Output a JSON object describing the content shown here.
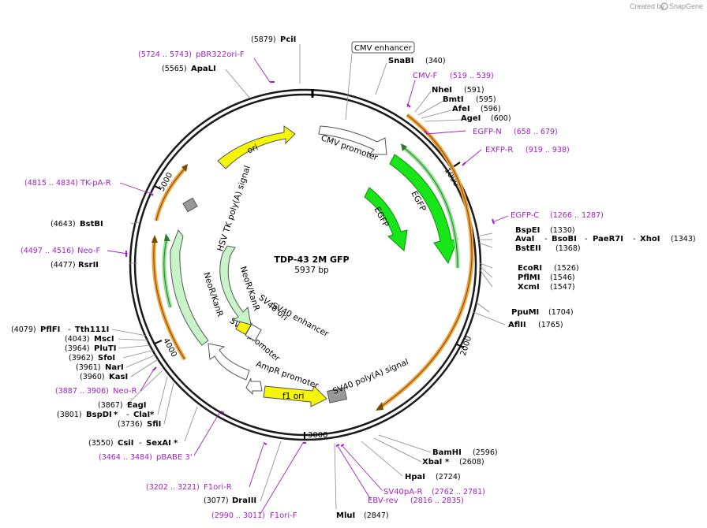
{
  "watermark": {
    "created_by": "Created by",
    "brand": "SnapGene"
  },
  "plasmid": {
    "name": "TDP-43 2M GFP",
    "size": "5937 bp"
  },
  "ticks": [
    "1000",
    "2000",
    "3000",
    "4000",
    "5000"
  ],
  "sites": [
    {
      "pos": "(5879)",
      "name": "PciI",
      "star": ""
    },
    {
      "pos": "(340)",
      "name": "SnaBI",
      "star": ""
    },
    {
      "pos": "(5565)",
      "name": "ApaLI",
      "star": ""
    },
    {
      "pos": "(591)",
      "name": "NheI",
      "star": ""
    },
    {
      "pos": "(595)",
      "name": "BmtI",
      "star": ""
    },
    {
      "pos": "(596)",
      "name": "AfeI",
      "star": ""
    },
    {
      "pos": "(600)",
      "name": "AgeI",
      "star": ""
    },
    {
      "pos": "(1330)",
      "name": "BspEI",
      "star": ""
    },
    {
      "pos": "(1368)",
      "name": "BstEII",
      "star": ""
    },
    {
      "pos": "(1526)",
      "name": "EcoRI",
      "star": ""
    },
    {
      "pos": "(1546)",
      "name": "PflMI",
      "star": ""
    },
    {
      "pos": "(1547)",
      "name": "XcmI",
      "star": ""
    },
    {
      "pos": "(1704)",
      "name": "PpuMI",
      "star": ""
    },
    {
      "pos": "(1765)",
      "name": "AflII",
      "star": ""
    },
    {
      "pos": "(2596)",
      "name": "BamHI",
      "star": ""
    },
    {
      "pos": "(2608)",
      "name": "XbaI",
      "star": " *"
    },
    {
      "pos": "(2724)",
      "name": "HpaI",
      "star": ""
    },
    {
      "pos": "(2847)",
      "name": "MluI",
      "star": ""
    },
    {
      "pos": "(3077)",
      "name": "DraIII",
      "star": ""
    },
    {
      "pos": "(4643)",
      "name": "BstBI",
      "star": ""
    },
    {
      "pos": "(4477)",
      "name": "RsrII",
      "star": ""
    },
    {
      "pos": "(4043)",
      "name": "MscI",
      "star": ""
    },
    {
      "pos": "(3964)",
      "name": "PluTI",
      "star": ""
    },
    {
      "pos": "(3962)",
      "name": "SfoI",
      "star": ""
    },
    {
      "pos": "(3961)",
      "name": "NarI",
      "star": ""
    },
    {
      "pos": "(3960)",
      "name": "KasI",
      "star": ""
    },
    {
      "pos": "(3867)",
      "name": "EagI",
      "star": ""
    },
    {
      "pos": "(3736)",
      "name": "SfiI",
      "star": ""
    }
  ],
  "multi_sites": {
    "avai": {
      "a": "AvaI",
      "b": "BsoBI",
      "c": "PaeR7I",
      "d": "XhoI",
      "sep": "-",
      "pos": "(1343)"
    },
    "pflfi": {
      "pos": "(4079)",
      "a": "PflFI",
      "sep": "-",
      "b": "Tth111I"
    },
    "bspdi": {
      "pos": "(3801)",
      "a": "BspDI",
      "star1": " *",
      "sep": "-",
      "b": "ClaI",
      "star2": " *"
    },
    "csii": {
      "pos": "(3550)",
      "a": "CsiI",
      "sep": "-",
      "b": "SexAI",
      "star": " *"
    }
  },
  "primers": [
    {
      "range": "(5724 .. 5743)",
      "name": "pBR322ori-F"
    },
    {
      "range": "(519 .. 539)",
      "name": "CMV-F"
    },
    {
      "range": "(658 .. 679)",
      "name": "EGFP-N"
    },
    {
      "range": "(919 .. 938)",
      "name": "EXFP-R"
    },
    {
      "range": "(1266 .. 1287)",
      "name": "EGFP-C"
    },
    {
      "range": "(4815 .. 4834)",
      "name": "TK-pA-R"
    },
    {
      "range": "(4497 .. 4516)",
      "name": "Neo-F"
    },
    {
      "range": "(3887 .. 3906)",
      "name": "Neo-R"
    },
    {
      "range": "(3464 .. 3484)",
      "name": "pBABE 3'"
    },
    {
      "range": "(3202 .. 3221)",
      "name": "F1ori-R"
    },
    {
      "range": "(2990 .. 3011)",
      "name": "F1ori-F"
    },
    {
      "range": "(2762 .. 2781)",
      "name": "SV40pA-R"
    },
    {
      "range": "(2816 .. 2835)",
      "name": "EBV-rev"
    }
  ],
  "features": {
    "cmv_enhancer": "CMV enhancer",
    "cmv_promoter": "CMV promoter",
    "egfp_outer": "EGFP",
    "egfp_inner": "EGFP",
    "sv40_polya": "SV40 poly(A) signal",
    "f1_ori": "f1 ori",
    "ampr_promoter": "AmpR promoter",
    "sv40_promoter": "SV40 promoter",
    "sv40_ori": "SV40 ori",
    "sv40_enhancer": "SV40 enhancer",
    "neor_inner": "NeoR/KanR",
    "neor_outer": "NeoR/KanR",
    "hsv_tk": "HSV TK poly(A) signal",
    "ori": "ori"
  },
  "colors": {
    "backbone": "#1a1a1a",
    "egfp": "#19e619",
    "egfp_outline": "#0f8a0f",
    "neor": "#c8f5c8",
    "ori": "#f5f50a",
    "orf_orange": "#f0a23c",
    "primer": "#a020c8",
    "polya": "#999999"
  }
}
